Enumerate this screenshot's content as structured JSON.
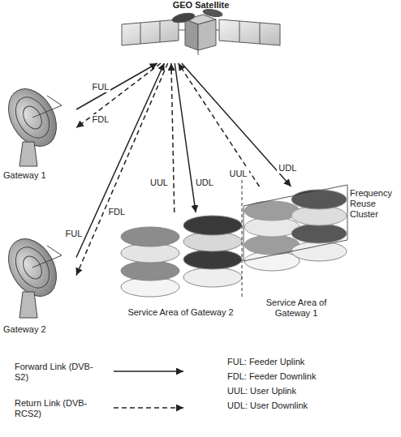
{
  "diagram": {
    "nodes": [
      {
        "text": [
          "GEO Satellite"
        ]
      },
      {
        "text": [
          "Gateway 1"
        ]
      },
      {
        "text": [
          "Gateway 2"
        ]
      },
      {
        "text": [
          "Service Area of Gateway 2"
        ]
      },
      {
        "text": [
          "Service Area of Gateway 1"
        ]
      }
    ],
    "edges": [
      {
        "from": 1,
        "to": 0,
        "label": "FUL",
        "arrow": "to"
      },
      {
        "from": 0,
        "to": 1,
        "label": "FDL",
        "arrow": "to"
      },
      {
        "from": 2,
        "to": 0,
        "label": "FUL",
        "arrow": "to"
      },
      {
        "from": 0,
        "to": 2,
        "label": "FDL",
        "arrow": "to"
      },
      {
        "from": 3,
        "to": 0,
        "label": "UUL",
        "arrow": "to"
      },
      {
        "from": 0,
        "to": 3,
        "label": "UDL",
        "arrow": "to"
      },
      {
        "from": 4,
        "to": 0,
        "label": "UUL",
        "arrow": "to"
      },
      {
        "from": 0,
        "to": 4,
        "label": "UDL",
        "arrow": "to"
      }
    ],
    "labels": [
      "Frequency Reuse Cluster",
      "FUL: Feeder Uplink",
      "FDL: Feeder Downlink",
      "UUL: User Uplink",
      "UDL: User Downlink"
    ],
    "legend": [
      {
        "text": "Forward Link (DVB-S2)"
      },
      {
        "text": "Return Link (DVB-RCS2)"
      }
    ]
  }
}
